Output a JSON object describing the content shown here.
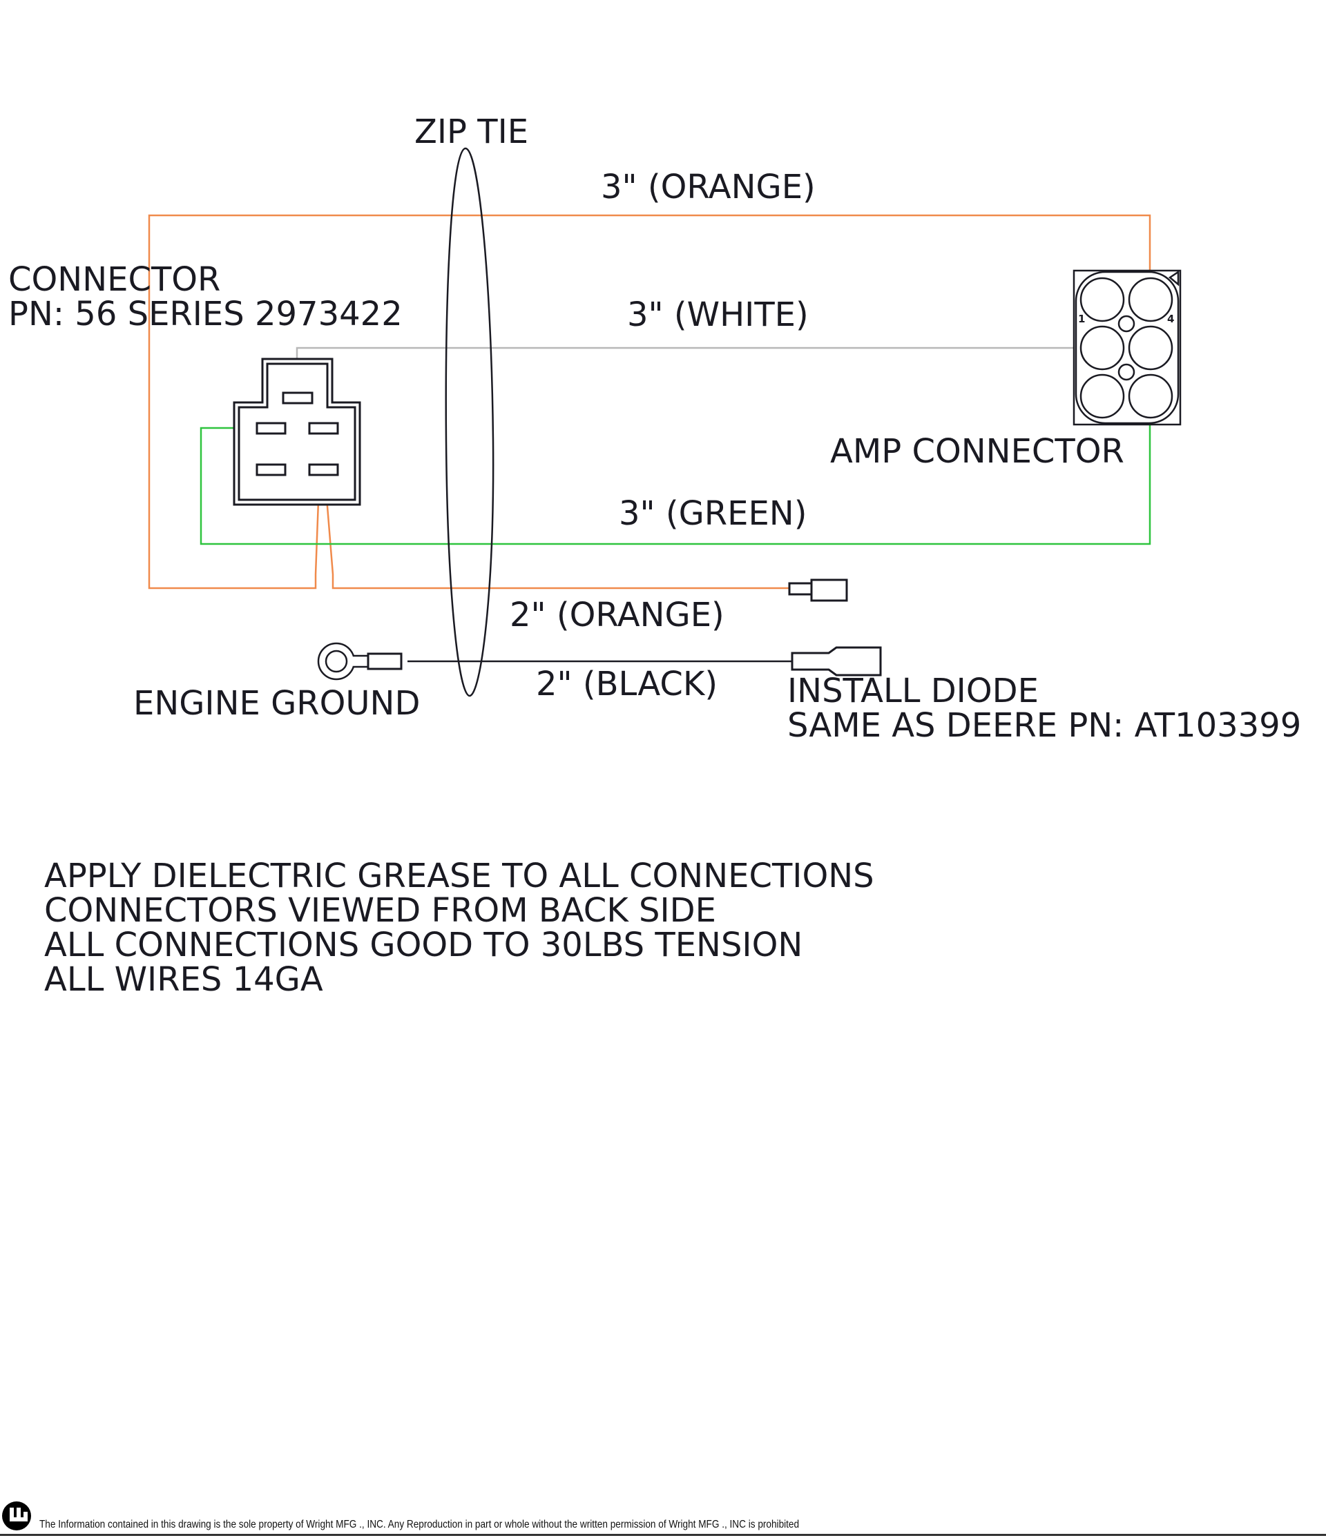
{
  "colors": {
    "orange_wire": "#f08a4b",
    "white_wire": "#b8b8b8",
    "green_wire": "#2ec43e",
    "black_wire": "#1a1a22",
    "ink": "#1a1a22"
  },
  "labels": {
    "zip_tie": "ZIP TIE",
    "connector_title": "CONNECTOR",
    "connector_pn": "PN: 56 SERIES 2973422",
    "amp_connector": "AMP CONNECTOR",
    "engine_ground": "ENGINE GROUND",
    "diode_line1": "INSTALL DIODE",
    "diode_line2": "SAME AS DEERE PN: AT103399",
    "amp_pin_left": "1",
    "amp_pin_right": "4"
  },
  "wires": [
    {
      "id": "orange-3",
      "label": "3\" (ORANGE)",
      "length_in": 3,
      "color": "ORANGE"
    },
    {
      "id": "white-3",
      "label": "3\" (WHITE)",
      "length_in": 3,
      "color": "WHITE"
    },
    {
      "id": "green-3",
      "label": "3\" (GREEN)",
      "length_in": 3,
      "color": "GREEN"
    },
    {
      "id": "orange-2",
      "label": "2\" (ORANGE)",
      "length_in": 2,
      "color": "ORANGE"
    },
    {
      "id": "black-2",
      "label": "2\" (BLACK)",
      "length_in": 2,
      "color": "BLACK"
    }
  ],
  "notes": [
    "APPLY DIELECTRIC GREASE TO ALL CONNECTIONS",
    "CONNECTORS VIEWED FROM BACK SIDE",
    "ALL CONNECTIONS GOOD TO 30LBS TENSION",
    "ALL WIRES 14GA"
  ],
  "footer": {
    "logo_icon": "wright-mfg-logo-icon",
    "disclaimer": "The Information contained in this drawing is the sole property of Wright MFG ., INC. Any Reproduction in part or whole without the written permission of Wright MFG ., INC is prohibited"
  }
}
